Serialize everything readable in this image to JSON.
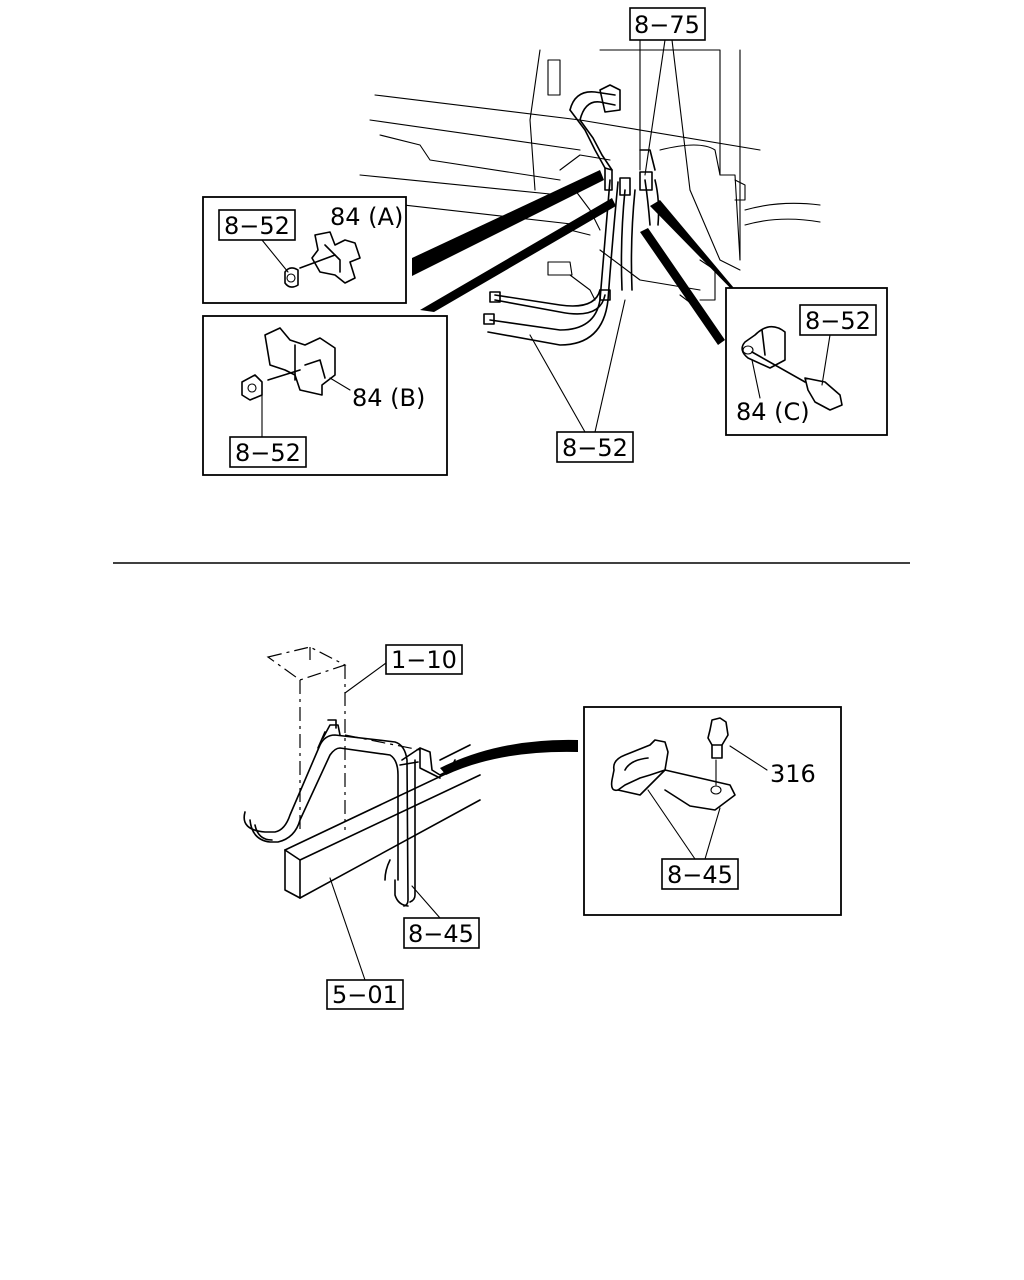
{
  "top_diagram": {
    "callouts": {
      "ref_8_75": "8−75",
      "ref_8_52_a": "8−52",
      "ref_8_52_b": "8−52",
      "ref_8_52_c": "8−52",
      "ref_8_52_main": "8−52"
    },
    "labels": {
      "clip_a": "84 (A)",
      "clip_b": "84 (B)",
      "clip_c": "84 (C)"
    }
  },
  "bottom_diagram": {
    "callouts": {
      "ref_1_10": "1−10",
      "ref_8_45_main": "8−45",
      "ref_5_01": "5−01",
      "ref_8_45_detail": "8−45"
    },
    "labels": {
      "bolt_316": "316"
    }
  }
}
